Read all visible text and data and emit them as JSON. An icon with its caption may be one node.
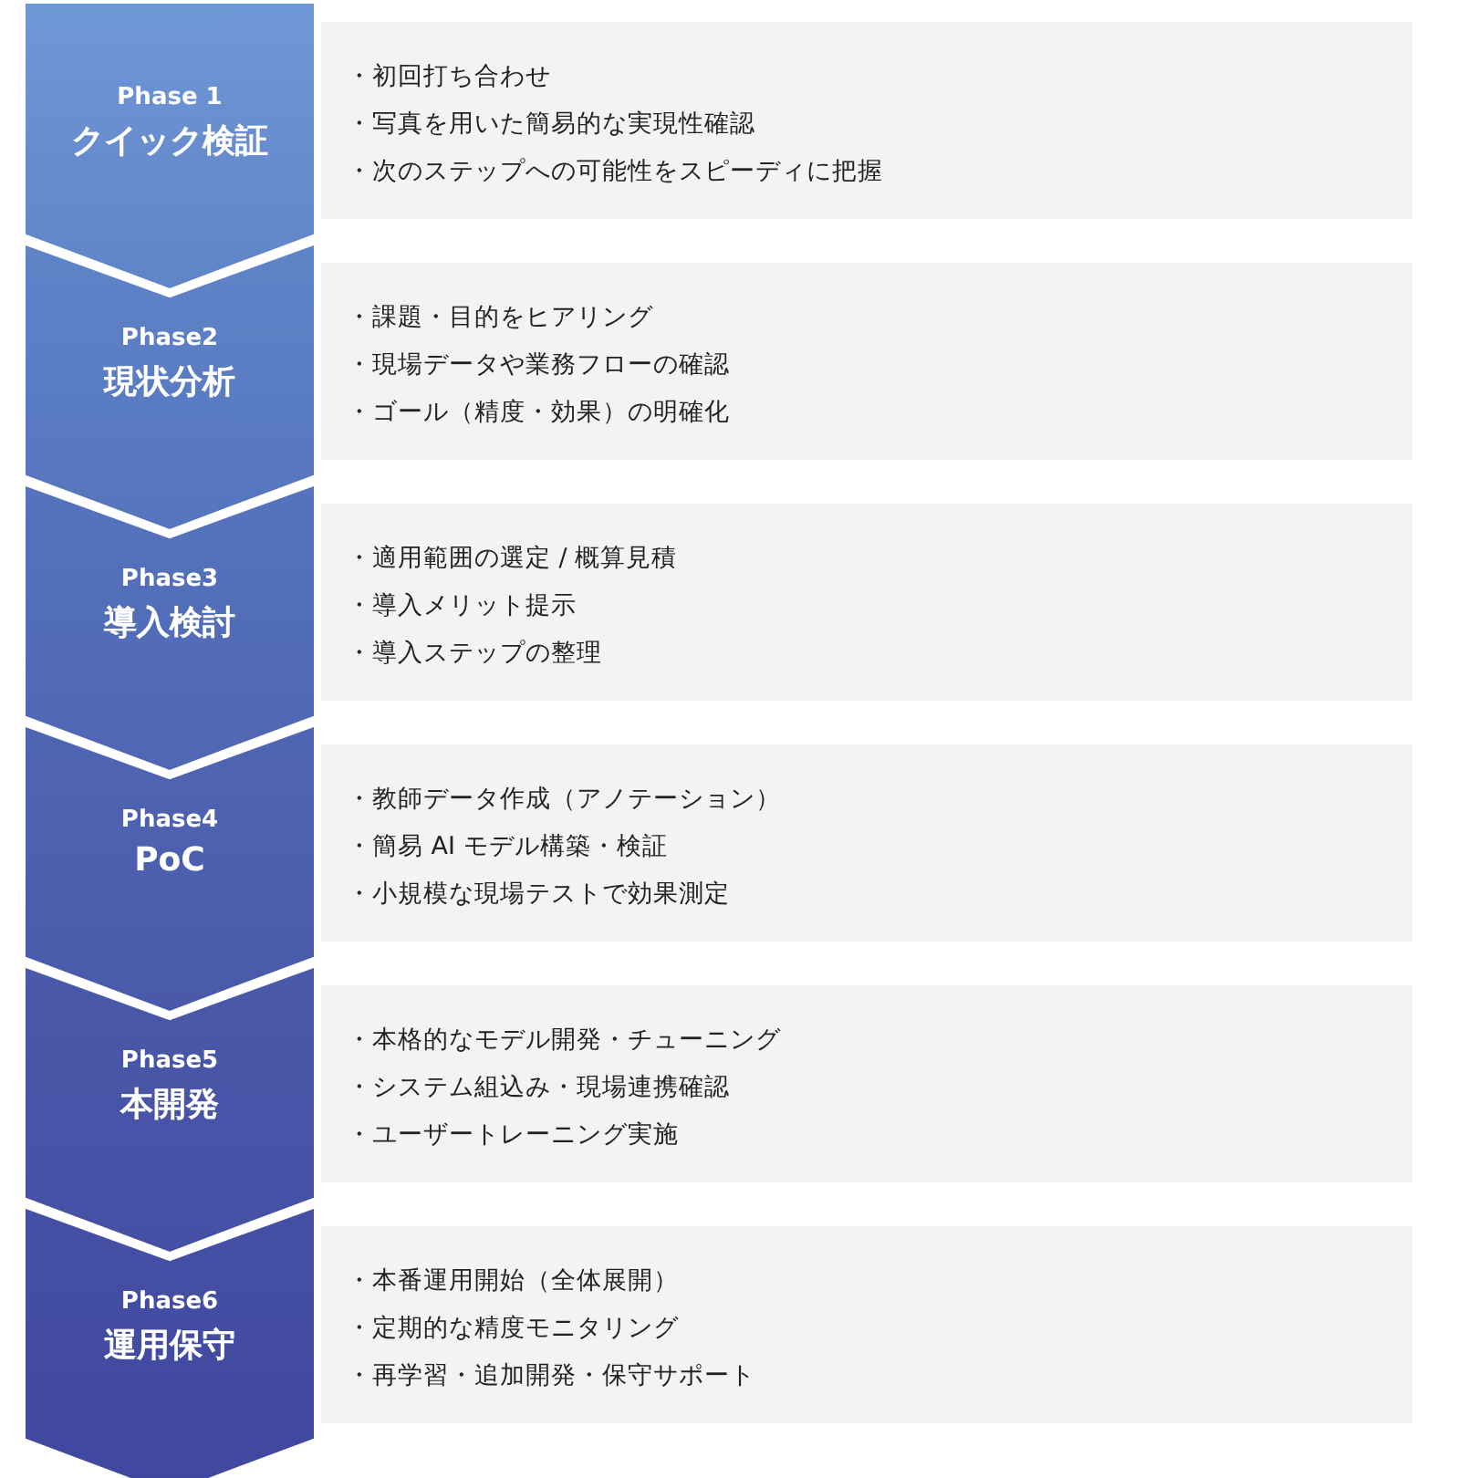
{
  "diagram": {
    "nodes": [
      {
        "text": [
          "Phase 1",
          "クイック検証"
        ]
      },
      {
        "text": [
          "・初回打ち合わせ",
          "・写真を用いた簡易的な実現性確認",
          "・次のステップへの可能性をスピーディに把握"
        ]
      },
      {
        "text": [
          "Phase2",
          "現状分析"
        ]
      },
      {
        "text": [
          "・課題・目的をヒアリング",
          "・現場データや業務フローの確認",
          "・ゴール（精度・効果）の明確化"
        ]
      },
      {
        "text": [
          "Phase3",
          "導入検討"
        ]
      },
      {
        "text": [
          "・適用範囲の選定 / 概算見積",
          "・導入メリット提示",
          "・導入ステップの整理"
        ]
      },
      {
        "text": [
          "Phase4",
          "PoC"
        ]
      },
      {
        "text": [
          "・教師データ作成（アノテーション）",
          "・簡易 AI モデル構築・検証",
          "・小規模な現場テストで効果測定"
        ]
      },
      {
        "text": [
          "Phase5",
          "本開発"
        ]
      },
      {
        "text": [
          "・本格的なモデル開発・チューニング",
          "・システム組込み・現場連携確認",
          "・ユーザートレーニング実施"
        ]
      },
      {
        "text": [
          "Phase6",
          "運用保守"
        ]
      },
      {
        "text": [
          "・本番運用開始（全体展開）",
          "・定期的な精度モニタリング",
          "・再学習・追加開発・保守サポート"
        ]
      }
    ]
  }
}
